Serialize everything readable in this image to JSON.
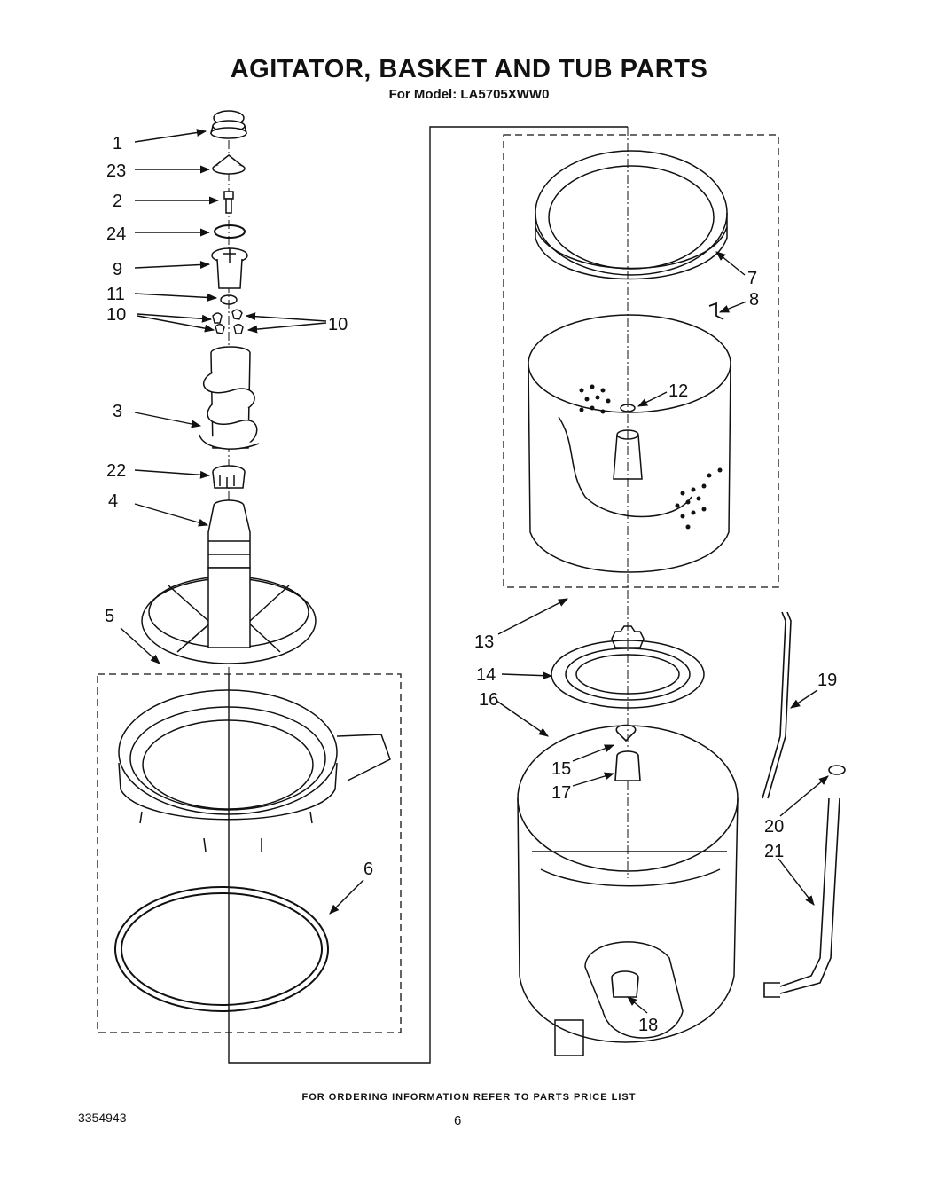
{
  "title": "AGITATOR, BASKET AND TUB PARTS",
  "subtitle": "For Model: LA5705XWW0",
  "footer": "FOR ORDERING INFORMATION REFER TO PARTS PRICE LIST",
  "doc_number": "3354943",
  "page_number": "6",
  "callouts": [
    "1",
    "23",
    "2",
    "24",
    "9",
    "11",
    "10",
    "10",
    "3",
    "22",
    "4",
    "5",
    "6",
    "7",
    "8",
    "12",
    "13",
    "14",
    "16",
    "15",
    "17",
    "18",
    "19",
    "20",
    "21"
  ]
}
